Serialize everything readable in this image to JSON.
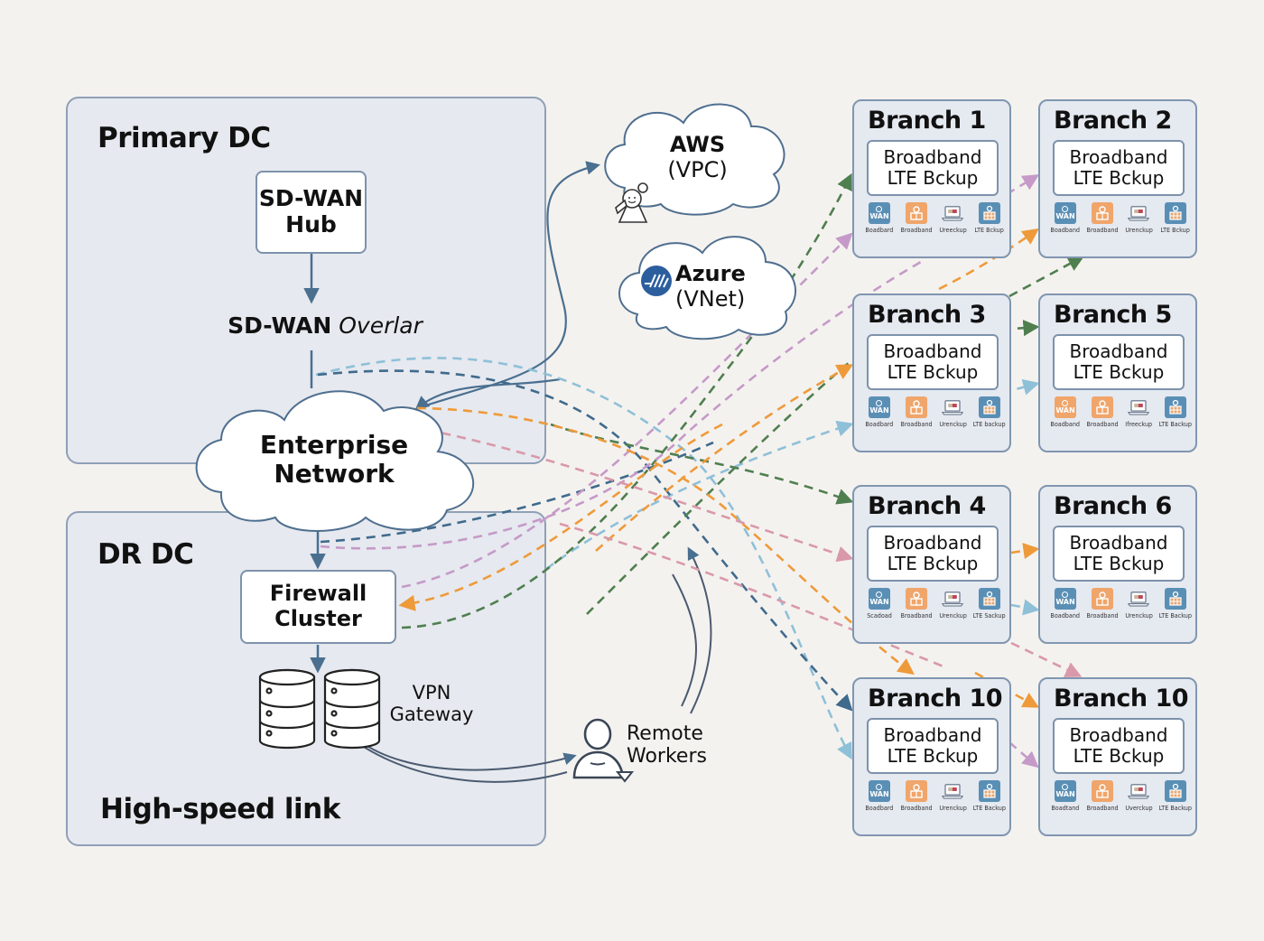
{
  "primary_dc": {
    "title": "Primary DC",
    "hub_label_line1": "SD-WAN",
    "hub_label_line2": "Hub",
    "overlay_label_bold": "SD-WAN",
    "overlay_label_italic": "Overlar"
  },
  "enterprise_network": {
    "line1": "Enterprise",
    "line2": "Network"
  },
  "dr_dc": {
    "title": "DR DC",
    "firewall_line1": "Firewall",
    "firewall_line2": "Cluster",
    "vpn_line1": "VPN",
    "vpn_line2": "Gateway",
    "link_label": "High-speed link"
  },
  "clouds": {
    "aws_line1": "AWS",
    "aws_line2": "(VPC)",
    "azure_line1": "Azure",
    "azure_line2": "(VNet)"
  },
  "remote_workers": {
    "line1": "Remote",
    "line2": "Workers"
  },
  "branches": [
    {
      "title": "Branch 1",
      "wan_line1": "Broadband",
      "wan_line2": "LTE Bckup",
      "icons": [
        {
          "type": "wan-icon",
          "color": "blue",
          "caption": "Boadbard"
        },
        {
          "type": "router-icon",
          "color": "orange",
          "caption": "Broadband"
        },
        {
          "type": "laptop-icon",
          "color": "none",
          "caption": "Ureeckup"
        },
        {
          "type": "lte-icon",
          "color": "blue",
          "caption": "LTE Bckup"
        }
      ]
    },
    {
      "title": "Branch 2",
      "wan_line1": "Broadband",
      "wan_line2": "LTE Bckup",
      "icons": [
        {
          "type": "wan-icon",
          "color": "blue",
          "caption": "Boadband"
        },
        {
          "type": "router-icon",
          "color": "orange",
          "caption": "Broadband"
        },
        {
          "type": "laptop-icon",
          "color": "none",
          "caption": "Urenckup"
        },
        {
          "type": "lte-icon",
          "color": "blue",
          "caption": "LTE Bckup"
        }
      ]
    },
    {
      "title": "Branch 3",
      "wan_line1": "Broadband",
      "wan_line2": "LTE Bckup",
      "icons": [
        {
          "type": "wan-icon",
          "color": "blue",
          "caption": "Boadbard"
        },
        {
          "type": "router-icon",
          "color": "orange",
          "caption": "Broadband"
        },
        {
          "type": "laptop-icon",
          "color": "none",
          "caption": "Urenckup"
        },
        {
          "type": "lte-icon",
          "color": "blue",
          "caption": "LTE backup"
        }
      ]
    },
    {
      "title": "Branch 5",
      "wan_line1": "Broadband",
      "wan_line2": "LTE Bckup",
      "icons": [
        {
          "type": "wan-icon",
          "color": "orange",
          "caption": "Boadband"
        },
        {
          "type": "router-icon",
          "color": "orange",
          "caption": "Broadband"
        },
        {
          "type": "laptop-icon",
          "color": "none",
          "caption": "Ifreeckup"
        },
        {
          "type": "lte-icon",
          "color": "blue",
          "caption": "LTE Backup"
        }
      ]
    },
    {
      "title": "Branch 4",
      "wan_line1": "Broadband",
      "wan_line2": "LTE Bckup",
      "icons": [
        {
          "type": "wan-icon",
          "color": "blue",
          "caption": "Scadoad"
        },
        {
          "type": "router-icon",
          "color": "orange",
          "caption": "Broadband"
        },
        {
          "type": "laptop-icon",
          "color": "none",
          "caption": "Urenckup"
        },
        {
          "type": "lte-icon",
          "color": "blue",
          "caption": "LTE Sackup"
        }
      ]
    },
    {
      "title": "Branch 6",
      "wan_line1": "Broadband",
      "wan_line2": "LTE Bckup",
      "icons": [
        {
          "type": "wan-icon",
          "color": "blue",
          "caption": "Boadband"
        },
        {
          "type": "router-icon",
          "color": "orange",
          "caption": "Broadband"
        },
        {
          "type": "laptop-icon",
          "color": "none",
          "caption": "Urenckup"
        },
        {
          "type": "lte-icon",
          "color": "blue",
          "caption": "LTE Backup"
        }
      ]
    },
    {
      "title": "Branch 10",
      "wan_line1": "Broadband",
      "wan_line2": "LTE Bckup",
      "icons": [
        {
          "type": "wan-icon",
          "color": "blue",
          "caption": "Boadbard"
        },
        {
          "type": "router-icon",
          "color": "orange",
          "caption": "Broadband"
        },
        {
          "type": "laptop-icon",
          "color": "none",
          "caption": "Urenckup"
        },
        {
          "type": "lte-icon",
          "color": "blue",
          "caption": "LTE Backup"
        }
      ]
    },
    {
      "title": "Branch 10",
      "wan_line1": "Broadband",
      "wan_line2": "LTE Bckup",
      "icons": [
        {
          "type": "wan-icon",
          "color": "blue",
          "caption": "Boadtand"
        },
        {
          "type": "router-icon",
          "color": "orange",
          "caption": "Broadband"
        },
        {
          "type": "laptop-icon",
          "color": "none",
          "caption": "Uverckup"
        },
        {
          "type": "lte-icon",
          "color": "blue",
          "caption": "LTE Backup"
        }
      ]
    }
  ],
  "colors": {
    "background": "#f4f2ef",
    "region_fill": "#e6e9ef",
    "region_border": "#8fa0b6",
    "solid_arrow": "#4a6f8f",
    "link_light_blue": "#8ec0d8",
    "link_dark_blue": "#3f6a8c",
    "link_green": "#4f7f4f",
    "link_purple": "#c59ac8",
    "link_orange": "#ee9a3a",
    "link_pink": "#d999aa",
    "icon_blue": "#5a8fb5",
    "icon_orange": "#f0a56a"
  }
}
